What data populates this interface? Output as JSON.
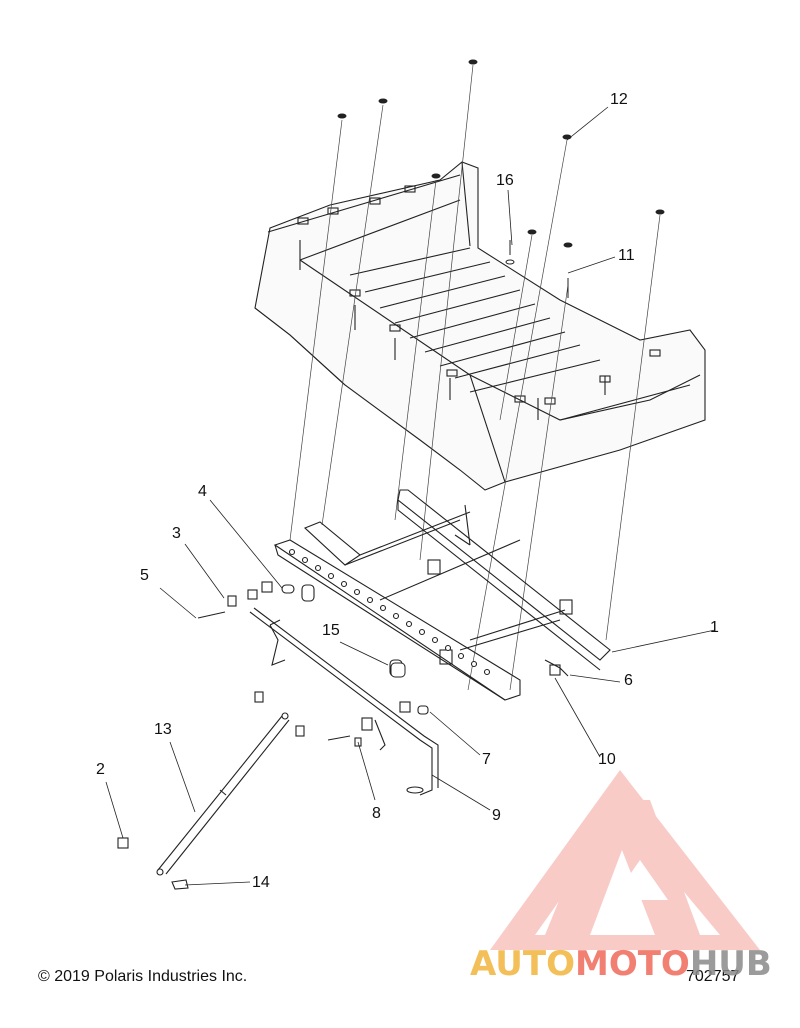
{
  "diagram": {
    "callouts": [
      {
        "id": "1",
        "label": "1"
      },
      {
        "id": "2",
        "label": "2"
      },
      {
        "id": "3",
        "label": "3"
      },
      {
        "id": "4",
        "label": "4"
      },
      {
        "id": "5",
        "label": "5"
      },
      {
        "id": "6",
        "label": "6"
      },
      {
        "id": "7",
        "label": "7"
      },
      {
        "id": "8",
        "label": "8"
      },
      {
        "id": "9",
        "label": "9"
      },
      {
        "id": "10",
        "label": "10"
      },
      {
        "id": "11",
        "label": "11"
      },
      {
        "id": "12",
        "label": "12"
      },
      {
        "id": "13",
        "label": "13"
      },
      {
        "id": "14",
        "label": "14"
      },
      {
        "id": "15",
        "label": "15"
      },
      {
        "id": "16",
        "label": "16"
      }
    ],
    "copyright": "© 2019 Polaris Industries Inc.",
    "diagram_number": "702757"
  },
  "watermark": {
    "text_auto": "AUTO",
    "text_moto": "MOTO",
    "text_hub": "HUB",
    "colors": {
      "auto": "#f2b53c",
      "moto": "#ef6a5a",
      "hub": "#8a8a8a",
      "logo": "#ef6a5a"
    }
  }
}
